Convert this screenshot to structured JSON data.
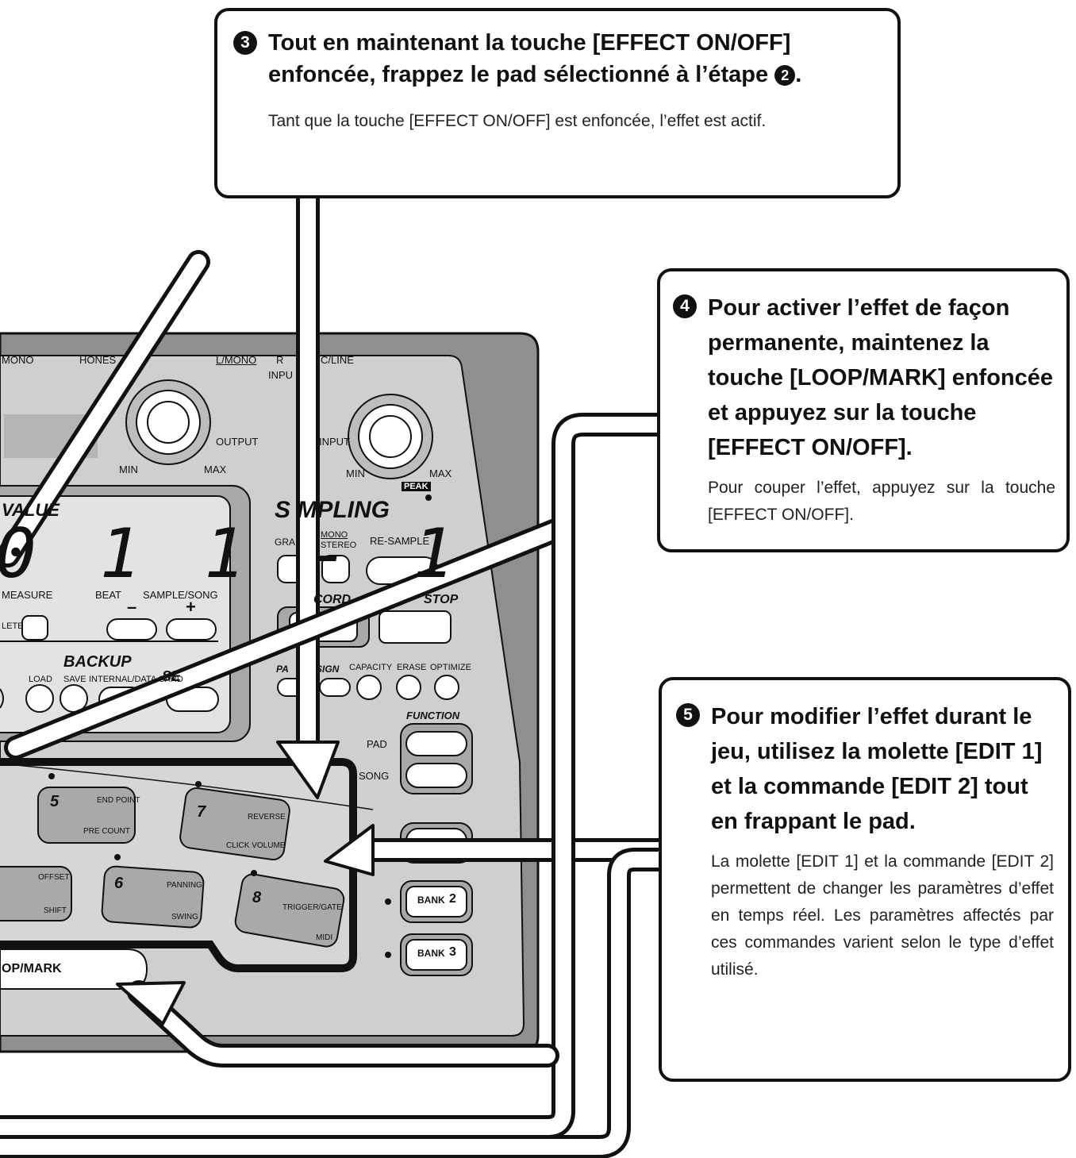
{
  "callouts": {
    "step3": {
      "number": "3",
      "title": "Tout en maintenant la touche [EFFECT ON/OFF] enfoncée, frappez le pad sélectionné à l’étape",
      "ref_number": "2",
      "title_end": ".",
      "body": "Tant que la touche [EFFECT ON/OFF] est enfoncée, l’effet est actif."
    },
    "step4": {
      "number": "4",
      "title": "Pour activer l’effet de façon permanente, maintenez la touche [LOOP/MARK] enfoncée et appuyez sur la touche [EFFECT ON/OFF].",
      "body": "Pour couper l’effet, appuyez sur la touche [EFFECT ON/OFF]."
    },
    "step5": {
      "number": "5",
      "title": "Pour modifier l’effet durant le jeu, utilisez la molette [EDIT 1] et la commande [EDIT 2] tout en frappant le pad.",
      "body": "La molette [EDIT 1] et la commande [EDIT 2] permettent de changer les paramètres d’effet en temps réel. Les paramètres affectés par ces commandes varient selon le type d’effet utilisé."
    }
  },
  "device": {
    "jacks": {
      "mono": "MONO",
      "phones": "HONES",
      "l_mono": "L/MONO",
      "r": "R",
      "mic_line": "C/LINE",
      "input": "INPU"
    },
    "output_knob": {
      "label": "OUTPUT",
      "min": "MIN",
      "max": "MAX"
    },
    "input_knob": {
      "label": "INPUT",
      "min": "MIN",
      "max": "MAX",
      "peak": "PEAK"
    },
    "display": {
      "value_label": "VALUE",
      "readout": "0 1 1 - 1",
      "measure": "MEASURE",
      "beat": "BEAT",
      "sample_song": "SAMPLE/SONG"
    },
    "edit_buttons": {
      "delete": "LETE",
      "minus": "–",
      "plus": "+"
    },
    "backup": {
      "label": "BACKUP",
      "load": "LOAD",
      "save": "SAVE",
      "internal": "INTERNAL/DATA CARD",
      "set_partial": "SE"
    },
    "sampling": {
      "label": "S  MPLING",
      "gra": "GRA",
      "mono_stereo_top": "MONO",
      "mono_stereo_bottom": "STEREO",
      "resample": "RE-SAMPLE",
      "record": "CORD",
      "stop": "STOP",
      "pad_assign": "PA",
      "pad_assign_end": "SIGN",
      "capacity": "CAPACITY",
      "erase": "ERASE",
      "optimize": "OPTIMIZE"
    },
    "function": {
      "label": "FUNCTION",
      "pad": "PAD",
      "song": "SONG"
    },
    "pads": [
      {
        "number": "5",
        "top": "END POINT",
        "bottom": "PRE COUNT"
      },
      {
        "number": "7",
        "top": "REVERSE",
        "bottom": "CLICK VOLUME"
      },
      {
        "number": "",
        "top": "OFFSET",
        "bottom": "SHIFT"
      },
      {
        "number": "6",
        "top": "PANNING",
        "bottom": "SWING"
      },
      {
        "number": "8",
        "top": "TRIGGER/GATE",
        "bottom": "MIDI"
      }
    ],
    "banks": [
      {
        "label": "BANK",
        "number": "2"
      },
      {
        "label": "BANK",
        "number": "3"
      }
    ],
    "loop_mark": "OP/MARK"
  }
}
